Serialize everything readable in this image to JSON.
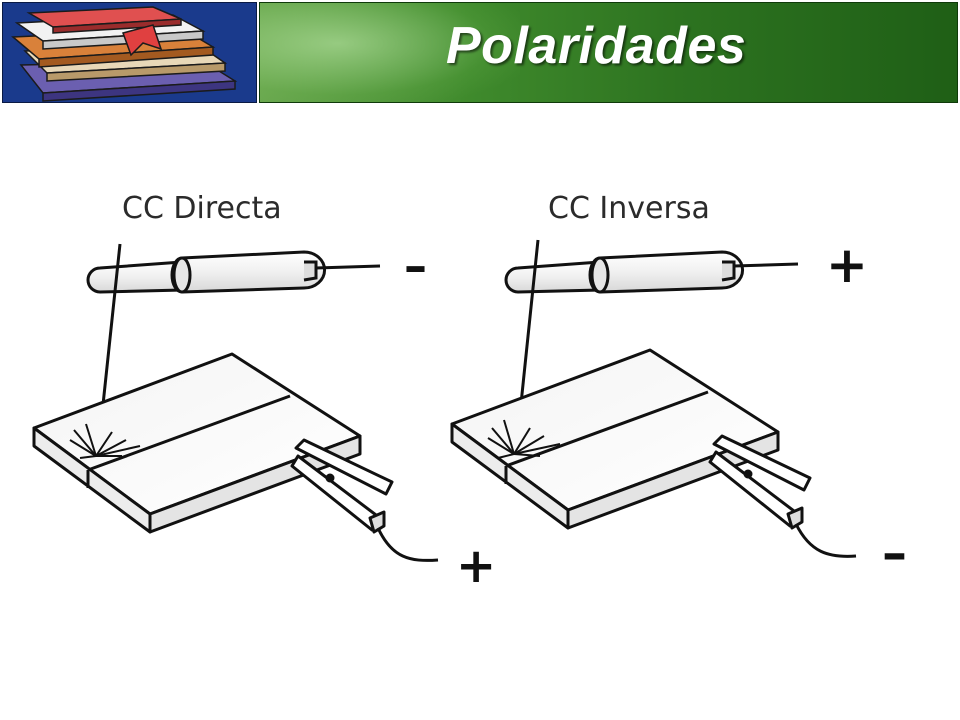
{
  "header": {
    "title": "Polaridades"
  },
  "diagrams": [
    {
      "label": "CC Directa",
      "electrode_sign": "–",
      "workpiece_sign": "+"
    },
    {
      "label": "CC Inversa",
      "electrode_sign": "+",
      "workpiece_sign": "–"
    }
  ],
  "colors": {
    "header_green": "#2d7320",
    "books_panel_blue": "#1a3a8c",
    "title_text": "#ffffff"
  }
}
